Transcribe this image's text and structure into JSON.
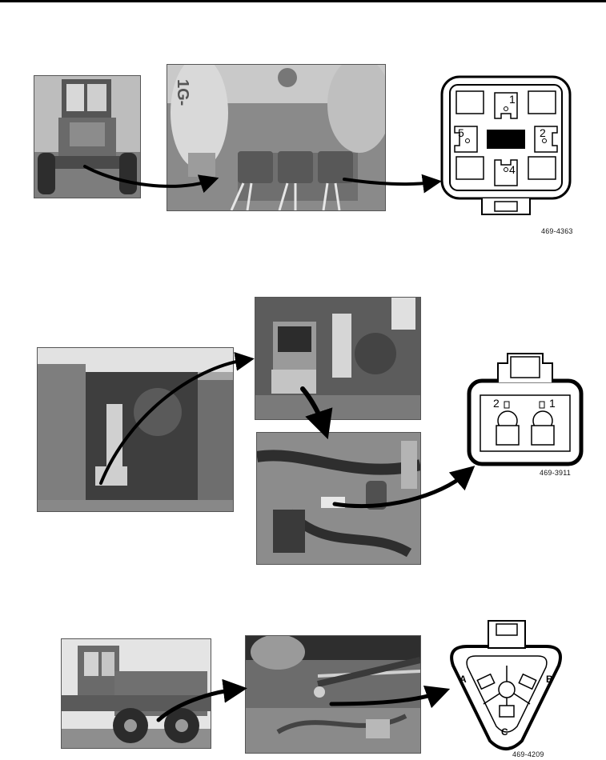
{
  "figures": [
    {
      "figure_id": "469-4363",
      "photo_labels": [
        "1G-"
      ],
      "connector_pins": [
        "1",
        "2",
        "4",
        "5"
      ]
    },
    {
      "figure_id": "469-3911",
      "connector_pins": [
        "2",
        "1"
      ]
    },
    {
      "figure_id": "469-4209",
      "connector_pins": [
        "A",
        "B",
        "C"
      ]
    }
  ],
  "colors": {
    "ink": "#000000",
    "photo_mid": "#8f8f8f",
    "photo_dark": "#3c3c3c",
    "paper": "#ffffff"
  },
  "icons": [
    "arrow-icon"
  ]
}
